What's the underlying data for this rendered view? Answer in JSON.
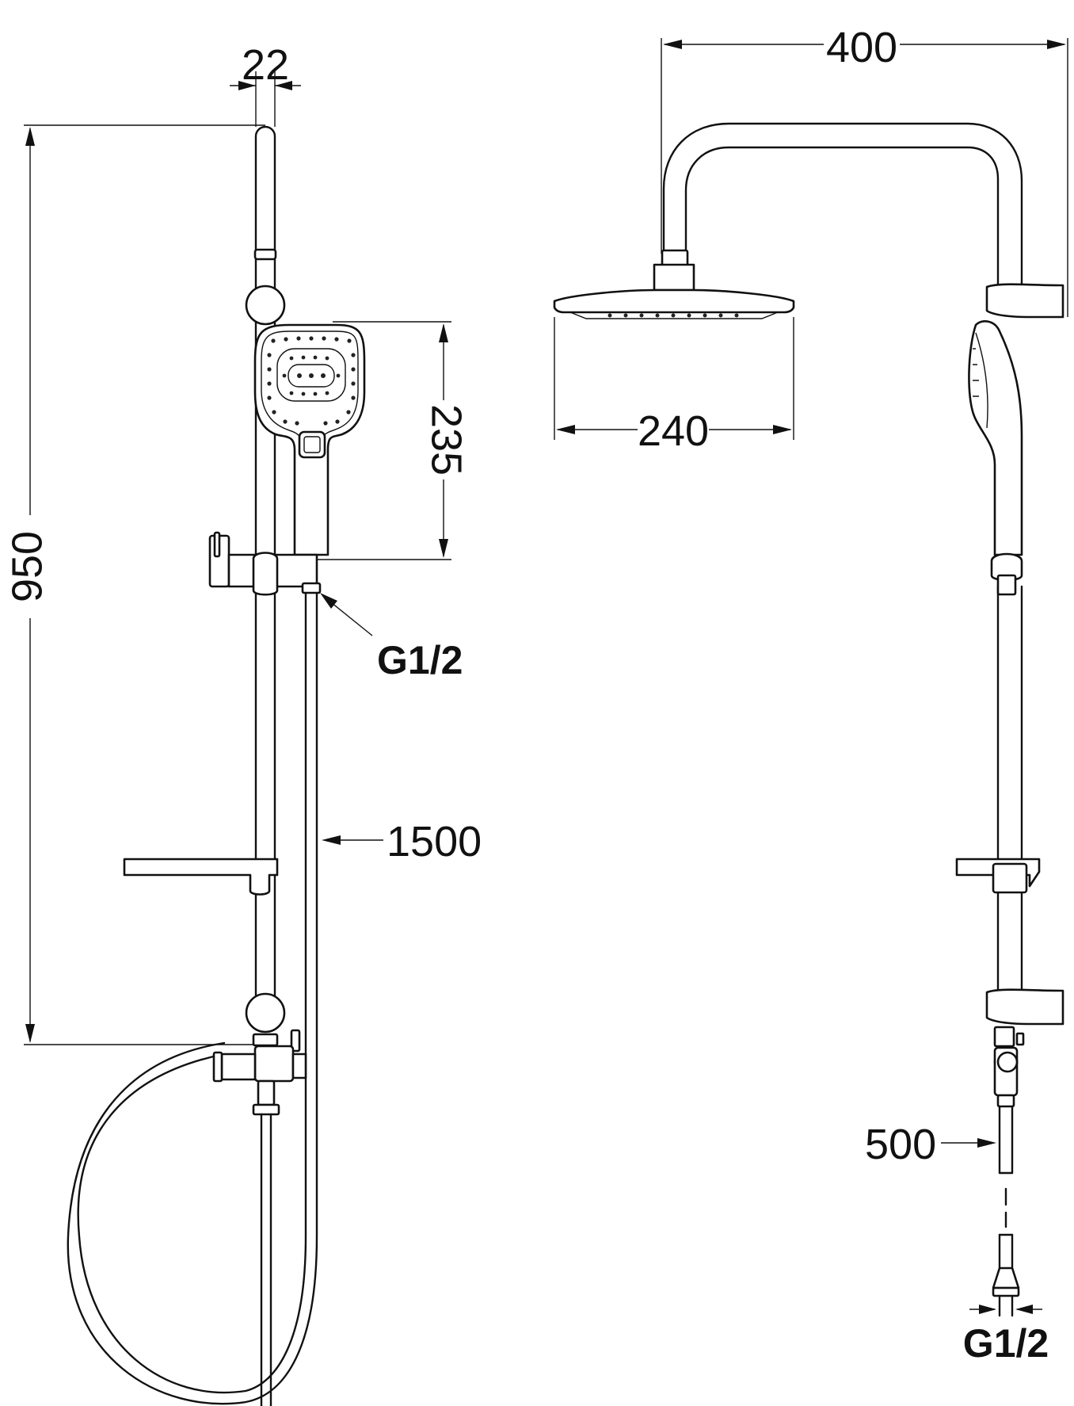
{
  "dimensions": {
    "rail_diameter": "22",
    "rail_height": "950",
    "hand_shower_height": "235",
    "hand_connection": "G1/2",
    "hose_length": "1500",
    "arm_reach": "400",
    "head_width": "240",
    "pipe_length": "500",
    "inlet_connection": "G1/2"
  },
  "colors": {
    "line": "#111111",
    "background": "#ffffff"
  }
}
